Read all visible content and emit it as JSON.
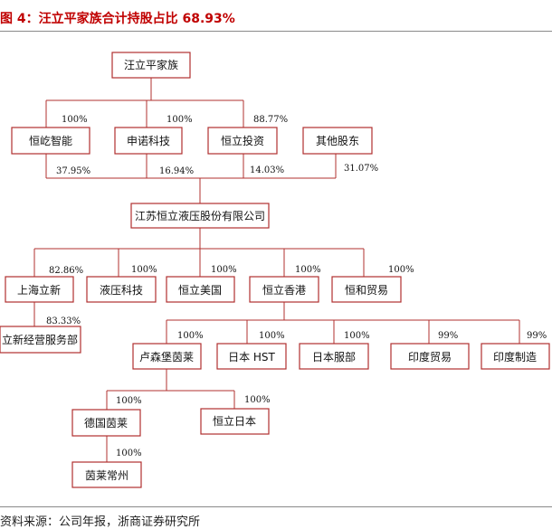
{
  "title": "图 4：汪立平家族合计持股占比 68.93%",
  "source": "资料来源：公司年报，浙商证券研究所",
  "accent_color": "#b0302f",
  "title_color": "#c00000",
  "nodes": {
    "wang_family": "汪立平家族",
    "hengyi_zhineng": "恒屹智能",
    "shennuo_keji": "申诺科技",
    "hengli_touzi": "恒立投资",
    "qita_gudong": "其他股东",
    "hengli_hydraulic": "江苏恒立液压股份有限公司",
    "shanghai_lixin": "上海立新",
    "yeya_keji": "液压科技",
    "hengli_usa": "恒立美国",
    "hengli_hk": "恒立香港",
    "henghe_maoyi": "恒和贸易",
    "lixin_service": "立新经营服务部",
    "lusenbao_yinlai": "卢森堡茵莱",
    "japan_hst": "日本 HST",
    "japan_fuwubu": "日本服部",
    "india_trade": "印度贸易",
    "india_mfg": "印度制造",
    "germany_yinlai": "德国茵莱",
    "hengli_japan": "恒立日本",
    "yinlai_changzhou": "茵莱常州"
  },
  "percentages": {
    "family_hengyi": "100%",
    "family_shennuo": "100%",
    "family_hengli_touzi": "88.77%",
    "hengyi_to_company": "37.95%",
    "shennuo_to_company": "16.94%",
    "hengli_touzi_to_company": "14.03%",
    "others_to_company": "31.07%",
    "company_shanghai_lixin": "82.86%",
    "company_yeya": "100%",
    "company_usa": "100%",
    "company_hk": "100%",
    "company_henghe": "100%",
    "lixin_service": "83.33%",
    "hk_lusenbao": "100%",
    "hk_hst": "100%",
    "hk_fuwubu": "100%",
    "hk_india_trade": "99%",
    "hk_india_mfg": "99%",
    "lusenbao_germany": "100%",
    "lusenbao_japan": "100%",
    "germany_changzhou": "100%"
  }
}
